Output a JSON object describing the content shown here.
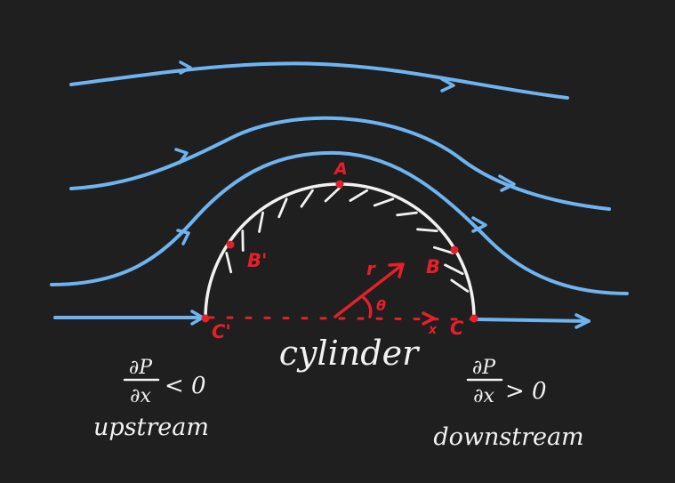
{
  "colors": {
    "background": "#1f1f1f",
    "streamline": "#6fb4f0",
    "cylinder": "#f2f2f2",
    "annotation": "#e3202b",
    "text": "#f2f2f2"
  },
  "points": {
    "A": "A",
    "B": "B",
    "B_prime": "B'",
    "C": "C",
    "C_prime": "C'"
  },
  "radius_label": "r",
  "angle_label": "θ",
  "axis_label": "x",
  "cylinder_label": "cylinder",
  "upstream": {
    "numerator": "∂P",
    "denominator": "∂x",
    "relation": "< 0",
    "label": "upstream"
  },
  "downstream": {
    "numerator": "∂P",
    "denominator": "∂x",
    "relation": "> 0",
    "label": "downstream"
  }
}
